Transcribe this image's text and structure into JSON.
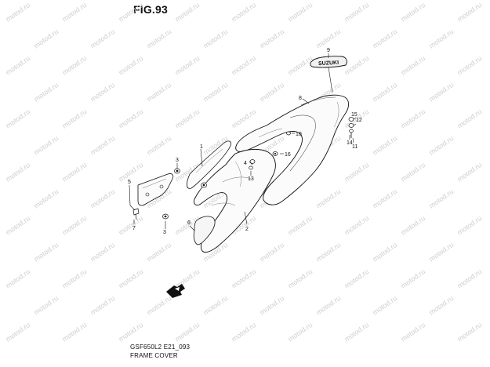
{
  "figure": {
    "title": "FIG.93",
    "code": "GSF650L2 E21_093",
    "name": "FRAME COVER"
  },
  "watermark": {
    "text": "motod.ru",
    "color": "#cfcfcf"
  },
  "emblem": {
    "text": "SUZUKI"
  },
  "callouts": {
    "c1": "1",
    "c2": "2",
    "c3a": "3",
    "c3b": "3",
    "c4": "4",
    "c5": "5",
    "c6": "6",
    "c7": "7",
    "c8": "8",
    "c9": "9",
    "c10": "10",
    "c11": "11",
    "c12": "12",
    "c13": "13",
    "c14": "14",
    "c15": "15",
    "c16": "16"
  }
}
